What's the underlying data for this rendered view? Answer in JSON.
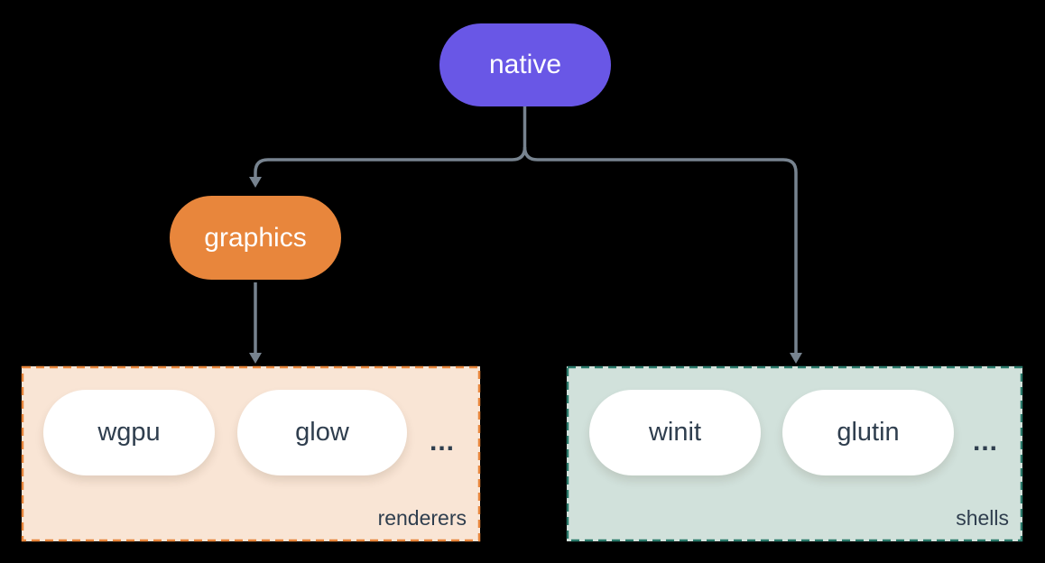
{
  "diagram": {
    "background_color": "#000000",
    "connector_color": "#77838F",
    "text_dark_color": "#2F3E4E",
    "nodes": {
      "native": {
        "label": "native",
        "fill": "#6957E6",
        "text_color": "#FFFFFF"
      },
      "graphics": {
        "label": "graphics",
        "fill": "#E8863C",
        "text_color": "#FFFFFF"
      }
    },
    "edges": [
      {
        "from": "native",
        "to": "graphics"
      },
      {
        "from": "native",
        "to": "shells"
      },
      {
        "from": "graphics",
        "to": "renderers"
      }
    ],
    "groups": [
      {
        "id": "renderers",
        "label": "renderers",
        "fill": "#F9E5D5",
        "border_color": "#E8863C",
        "items": [
          "wgpu",
          "glow"
        ],
        "ellipsis": "..."
      },
      {
        "id": "shells",
        "label": "shells",
        "fill": "#D1E1DB",
        "border_color": "#2B7A6B",
        "items": [
          "winit",
          "glutin"
        ],
        "ellipsis": "..."
      }
    ]
  }
}
